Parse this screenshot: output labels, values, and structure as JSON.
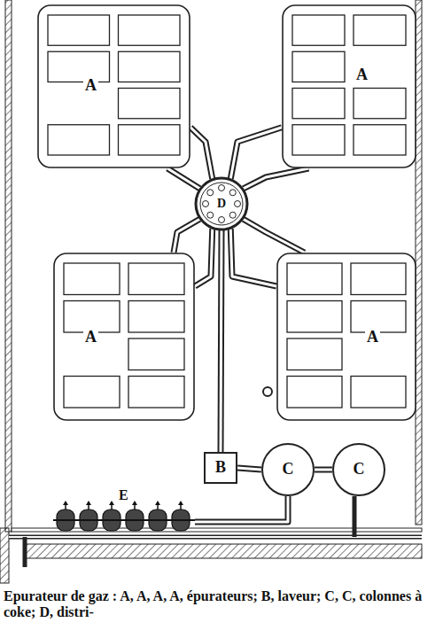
{
  "diagram": {
    "caption": "Epurateur de gaz : A, A, A, A, épurateurs; B, laveur; C, C, colonnes à coke; D, distri-",
    "nodes": [
      {
        "text": [
          "A"
        ]
      },
      {
        "text": [
          "A"
        ]
      },
      {
        "text": [
          "D"
        ]
      },
      {
        "text": [
          "A"
        ]
      },
      {
        "text": [
          "A"
        ]
      },
      {
        "text": [
          "B"
        ]
      },
      {
        "text": [
          "C"
        ]
      },
      {
        "text": [
          "C"
        ]
      },
      {
        "text": [
          "E"
        ]
      }
    ],
    "edges": [
      {
        "from": 2,
        "to": 0,
        "arrow": "none"
      },
      {
        "from": 2,
        "to": 0,
        "arrow": "none"
      },
      {
        "from": 2,
        "to": 1,
        "arrow": "none"
      },
      {
        "from": 2,
        "to": 1,
        "arrow": "none"
      },
      {
        "from": 2,
        "to": 3,
        "arrow": "none"
      },
      {
        "from": 2,
        "to": 3,
        "arrow": "none"
      },
      {
        "from": 2,
        "to": 4,
        "arrow": "none"
      },
      {
        "from": 2,
        "to": 4,
        "arrow": "none"
      },
      {
        "from": 2,
        "to": 5,
        "arrow": "none"
      },
      {
        "from": 5,
        "to": 6,
        "arrow": "none"
      },
      {
        "from": 6,
        "to": 7,
        "arrow": "none"
      },
      {
        "from": 8,
        "to": 6,
        "arrow": "none"
      }
    ]
  }
}
